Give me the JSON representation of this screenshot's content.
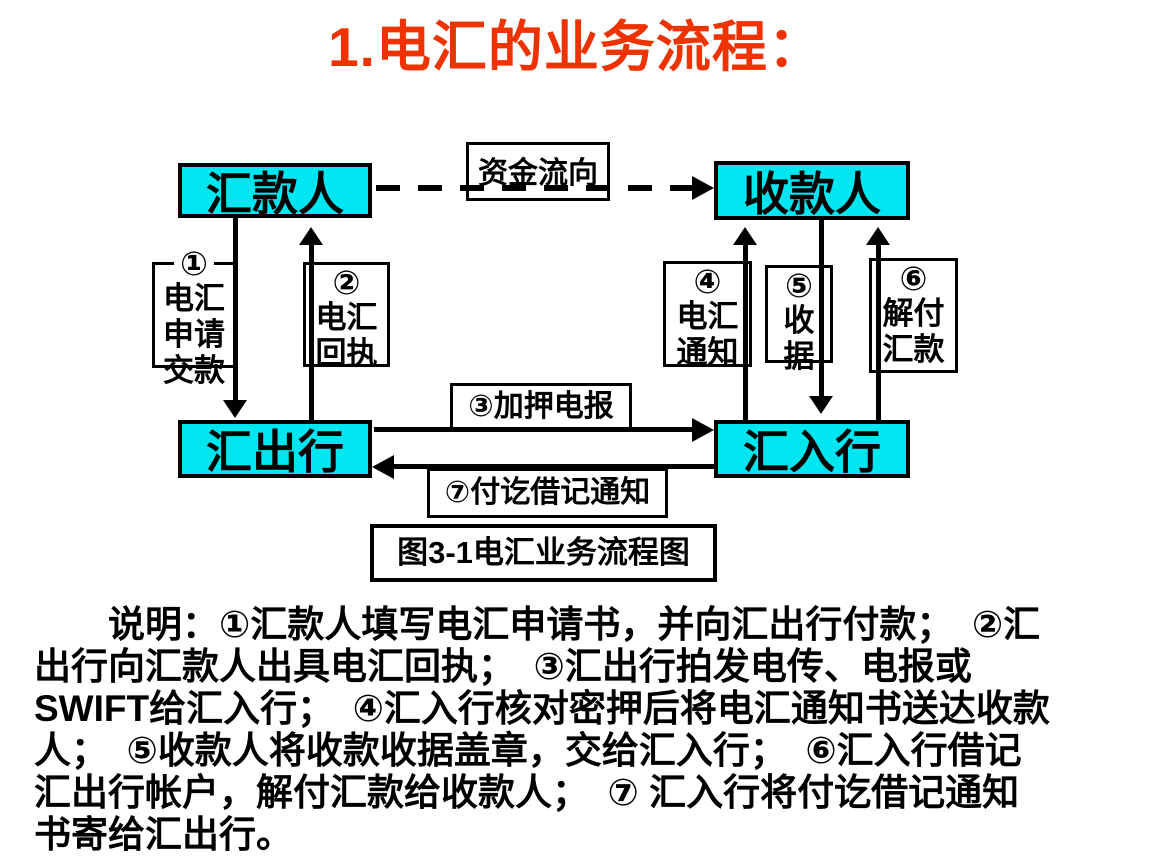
{
  "title": "1.电汇的业务流程：",
  "colors": {
    "title_red": "#EE3200",
    "node_fill": "#00E6F0",
    "ink": "#000000"
  },
  "diagram": {
    "funds_flow_label": "资金流向",
    "nodes": {
      "remitter": "汇款人",
      "payee": "收款人",
      "remitting_bank": "汇出行",
      "receiving_bank": "汇入行"
    },
    "steps": {
      "s1": {
        "num": "①",
        "line1": "电汇",
        "line2": "申请",
        "line3": "交款"
      },
      "s2": {
        "num": "②",
        "line1": "电汇",
        "line2": "回执"
      },
      "s4": {
        "num": "④",
        "line1": "电汇",
        "line2": "通知"
      },
      "s5": {
        "num": "⑤",
        "line1": "收",
        "line2": "据"
      },
      "s6": {
        "num": "⑥",
        "line1": "解付",
        "line2": "汇款"
      }
    },
    "arrow3_label": "③加押电报",
    "arrow7_label": "⑦付讫借记通知",
    "caption": "图3-1电汇业务流程图"
  },
  "explanation": {
    "line1": "　　说明：①汇款人填写电汇申请书，并向汇出行付款；　②汇",
    "line2": "出行向汇款人出具电汇回执；　③汇出行拍发电传、电报或",
    "line3": "SWIFT给汇入行；　④汇入行核对密押后将电汇通知书送达收款",
    "line4": "人；　⑤收款人将收款收据盖章，交给汇入行；　⑥汇入行借记",
    "line5": "汇出行帐户，解付汇款给收款人；　⑦ 汇入行将付讫借记通知",
    "line6": "书寄给汇出行。"
  }
}
